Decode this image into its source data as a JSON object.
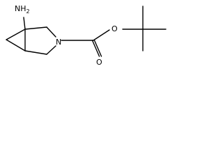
{
  "molecule": {
    "labels": {
      "amine": "NH",
      "amine_subscript": "2",
      "ring_nitrogen": "N",
      "ester_oxygen": "O",
      "carbonyl_oxygen": "O"
    },
    "colors": {
      "bond": "#000000",
      "label": "#000000",
      "background": "#ffffff"
    }
  }
}
